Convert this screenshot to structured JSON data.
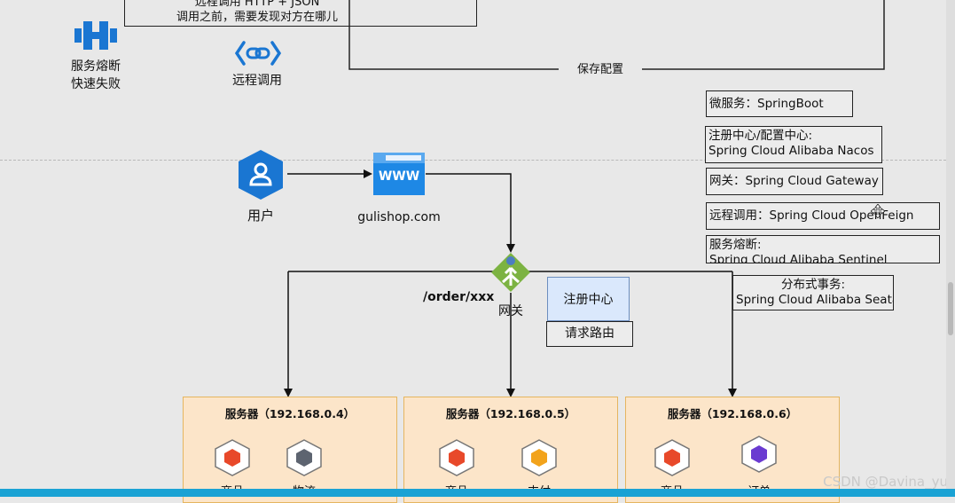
{
  "top": {
    "remote_call_line1": "远程调用 HTTP + JSON",
    "remote_call_line2": "调用之前，需要发现对方在哪儿",
    "save_config": "保存配置",
    "circuit_breaker_line1": "服务熔断",
    "circuit_breaker_line2": "快速失败",
    "remote_call_label": "远程调用"
  },
  "flow": {
    "user_label": "用户",
    "site_label": "gulishop.com",
    "www_text": "WWW",
    "gateway_label": "网关",
    "route_label": "/order/xxx",
    "registry_label": "注册中心",
    "request_routing": "请求路由"
  },
  "tech_stack": [
    {
      "line1": "微服务：SpringBoot",
      "line2": ""
    },
    {
      "line1": "注册中心/配置中心:",
      "line2": "Spring Cloud Alibaba Nacos"
    },
    {
      "line1": "网关：Spring Cloud Gateway",
      "line2": ""
    },
    {
      "line1": "远程调用：Spring Cloud OpenFeign",
      "line2": ""
    },
    {
      "line1": "服务熔断:",
      "line2": "Spring Cloud Alibaba Sentinel"
    },
    {
      "line1": "分布式事务:",
      "line2": "Spring Cloud Alibaba Seata"
    }
  ],
  "servers": [
    {
      "title": "服务器（192.168.0.4）",
      "services": [
        {
          "name": "商品",
          "color": "#e8492a"
        },
        {
          "name": "物流",
          "color": "#5d6470"
        }
      ]
    },
    {
      "title": "服务器（192.168.0.5）",
      "services": [
        {
          "name": "商品",
          "color": "#e8492a"
        },
        {
          "name": "支付",
          "color": "#f2a31b"
        }
      ]
    },
    {
      "title": "服务器（192.168.0.6）",
      "services": [
        {
          "name": "商品",
          "color": "#e8492a"
        },
        {
          "name": "订单",
          "color": "#6a3bd1"
        }
      ]
    }
  ],
  "watermark": "CSDN @Davina_yu",
  "colors": {
    "icon_blue": "#1a76d2",
    "gateway_green": "#7cb342",
    "registry_fill": "#dae8fc",
    "server_fill": "#fce5c9",
    "server_border": "#e5b560",
    "bottom_bar": "#1aa2d4"
  }
}
